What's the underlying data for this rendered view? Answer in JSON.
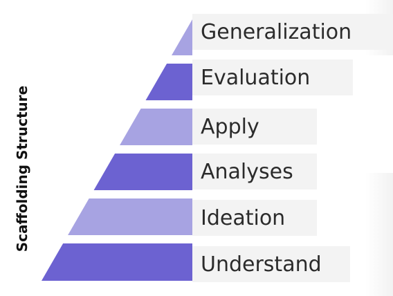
{
  "diagram": {
    "side_title": "Scaffolding Structure",
    "colors": {
      "light": "#a7a3e2",
      "dark": "#6c62d1",
      "label_bg": "#f3f3f3",
      "label_text": "#2b2b2b"
    },
    "levels": [
      {
        "label": "Generalization",
        "shade": "light"
      },
      {
        "label": "Evaluation",
        "shade": "dark"
      },
      {
        "label": "Apply",
        "shade": "light"
      },
      {
        "label": "Analyses",
        "shade": "dark"
      },
      {
        "label": "Ideation",
        "shade": "light"
      },
      {
        "label": "Understand",
        "shade": "dark"
      }
    ]
  }
}
